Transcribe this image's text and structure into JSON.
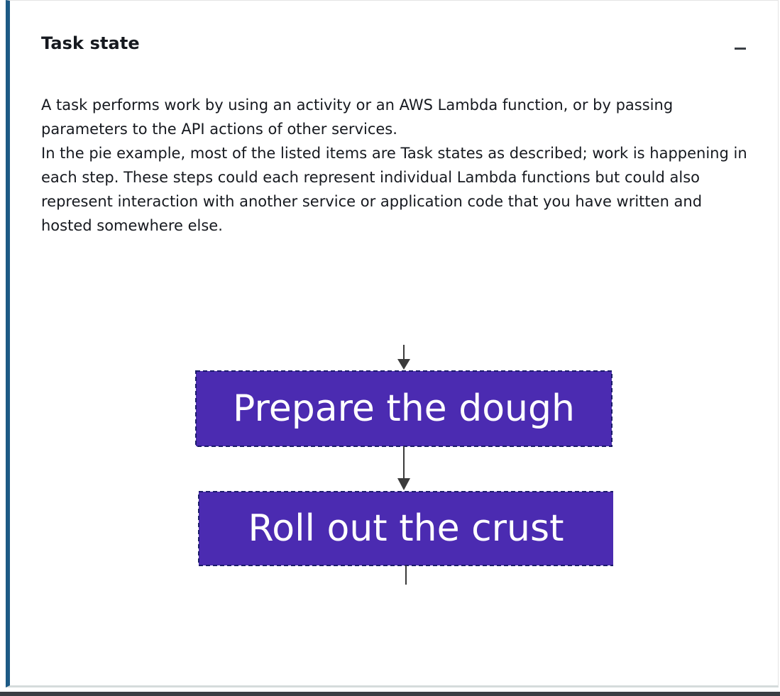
{
  "panel": {
    "title": "Task state",
    "collapse_icon": "minus-icon",
    "paragraphs": [
      "A task performs work by using an activity or an AWS Lambda function, or by passing parameters to the API actions of other services.",
      "In the pie example, most of the listed items are Task states as described; work is happening in each step. These steps could each represent individual Lambda functions but could also represent interaction with another service or application code that you have written and hosted somewhere else."
    ]
  },
  "diagram": {
    "steps": [
      "Prepare the dough",
      "Roll out the crust"
    ],
    "colors": {
      "step_fill": "#4b2bb1",
      "step_border": "#1c1c6b",
      "connector": "#3b3b3b",
      "step_text": "#ffffff"
    }
  }
}
